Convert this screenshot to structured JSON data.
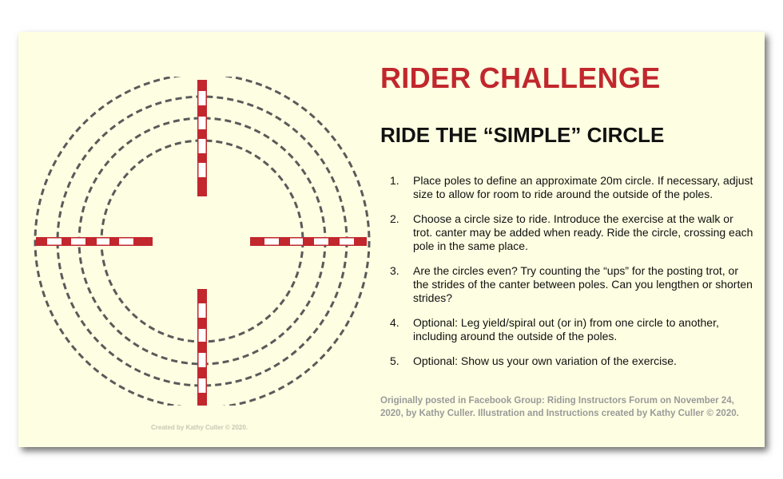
{
  "title": "RIDER CHALLENGE",
  "subtitle": "RIDE THE “SIMPLE” CIRCLE",
  "steps": [
    {
      "num": "1.",
      "text": "Place poles to define an approximate 20m circle. If necessary, adjust size to allow for room to ride around the outside of the poles."
    },
    {
      "num": "2.",
      "text": "Choose a circle size to ride. Introduce the exercise at the walk or trot. canter may be added when ready. Ride the circle, crossing each pole in the same place."
    },
    {
      "num": "3.",
      "text": "Are the circles even? Try counting the “ups” for the posting trot, or the strides of the canter between poles. Can you lengthen or shorten strides?"
    },
    {
      "num": "4.",
      "text": "Optional: Leg yield/spiral out (or in) from one circle to another, including around the outside of the poles."
    },
    {
      "num": "5.",
      "text": "Optional: Show us your own variation of the exercise."
    }
  ],
  "credit": "Originally posted in Facebook Group: Riding Instructors Forum on November 24, 2020, by Kathy Culler.  Illustration and Instructions created by Kathy Culler © 2020.",
  "watermark": "Created by Kathy Culler © 2020.",
  "diagram": {
    "circle_count": 4,
    "pole_count": 4,
    "colors": {
      "background": "#fefee2",
      "title": "#c1272d",
      "pole_red": "#c1272d",
      "pole_white": "#ffffff",
      "circle_dash": "#5a5a5a",
      "credit_text": "#9a9a9a"
    }
  }
}
